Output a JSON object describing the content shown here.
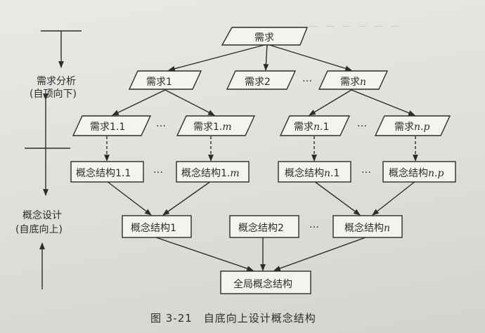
{
  "left_labels": {
    "req_analysis": "需求分析",
    "top_down": "(自顶向下)",
    "concept_design": "概念设计",
    "bottom_up": "(自底向上)"
  },
  "nodes": {
    "root": "需求",
    "req1": "需求1",
    "req2": "需求2",
    "reqn_prefix": "需求",
    "reqn_var": "n",
    "req11": "需求1.1",
    "req1m_prefix": "需求1.",
    "req1m_var": "m",
    "reqn1_prefix": "需求",
    "reqn1_var": "n",
    "reqn1_suffix": ".1",
    "reqnp_prefix": "需求",
    "reqnp_var": "n.p",
    "cs11": "概念结构1.1",
    "cs1m_prefix": "概念结构1.",
    "cs1m_var": "m",
    "csn1_prefix": "概念结构",
    "csn1_var": "n",
    "csn1_suffix": ".1",
    "csnp_prefix": "概念结构",
    "csnp_var": "n.p",
    "cs1": "概念结构1",
    "cs2": "概念结构2",
    "csn_prefix": "概念结构",
    "csn_var": "n",
    "global": "全局概念结构"
  },
  "ellipsis": "…",
  "caption": "图 3-21　自底向上设计概念结构"
}
